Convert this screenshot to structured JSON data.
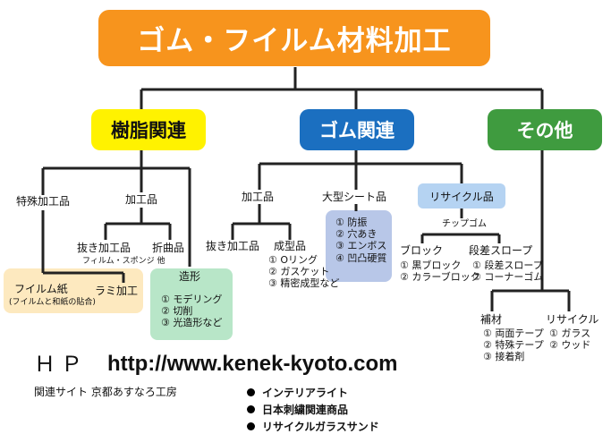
{
  "title": "ゴム・フイルム材料加工",
  "colors": {
    "title_bg": "#f7941d",
    "resin_bg": "#fff200",
    "rubber_bg": "#1b6fc0",
    "other_bg": "#3f9b3f",
    "film_area": "#fde9bf",
    "zokei_area": "#b8e6c8",
    "ogata_area": "#b8c7e8",
    "recycle_box": "#b5d3f2",
    "line": "#222222"
  },
  "categories": {
    "resin": "樹脂関連",
    "rubber": "ゴム関連",
    "other": "その他"
  },
  "resin": {
    "tokushu": "特殊加工品",
    "kakou": "加工品",
    "nukigi": "抜き加工品",
    "nukigi_sub": "フィルム・スポンジ 他",
    "origami": "折曲品",
    "zokei": "造形",
    "zokei_items": [
      "① モデリング",
      "② 切削",
      "③ 光造形など"
    ],
    "film": "フイルム紙",
    "film_sub": "(フイルムと和紙の貼合)",
    "rami": "ラミ加工"
  },
  "rubber": {
    "kakou": "加工品",
    "nuki": "抜き加工品",
    "seikei": "成型品",
    "seikei_items": [
      "① Oリング",
      "② ガスケット",
      "③ 精密成型など"
    ],
    "ogata": "大型シート品",
    "ogata_items": [
      "① 防振",
      "② 穴あき",
      "③ エンボス",
      "④ 凹凸硬質"
    ],
    "recycle": "リサイクル品",
    "chip": "チップゴム",
    "block": "ブロック",
    "block_items": [
      "① 黒ブロック",
      "② カラーブロック"
    ],
    "slope": "段差スロープ",
    "slope_items": [
      "① 段差スロープ",
      "② コーナーゴム"
    ]
  },
  "other": {
    "hozai": "補材",
    "hozai_items": [
      "① 両面テープ",
      "② 特殊テープ",
      "③ 接着剤"
    ],
    "recycle": "リサイクル",
    "recycle_items": [
      "① ガラス",
      "② ウッド"
    ]
  },
  "footer": {
    "hp_label": "ＨＰ",
    "url": "http://www.kenek-kyoto.com",
    "related_label": "関連サイト 京都あすなろ工房",
    "links": [
      "インテリアライト",
      "日本刺繍関連商品",
      "リサイクルガラスサンド"
    ]
  }
}
